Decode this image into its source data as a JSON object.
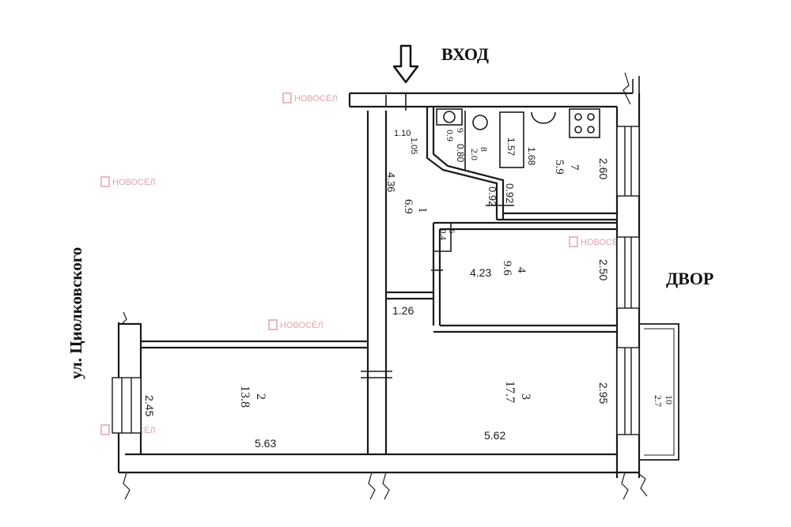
{
  "captions": {
    "entrance": "ВХОД",
    "yard": "ДВОР",
    "street": "ул. Циолковского"
  },
  "watermark": {
    "brand": "НОВОСЁЛ"
  },
  "rooms": {
    "r1": {
      "number": "1",
      "area": "6.9",
      "dim_a": "4.36",
      "dim_b": "1.10",
      "dim_c": "1.05"
    },
    "r2": {
      "number": "2",
      "area": "13.8",
      "width": "2.45",
      "length": "5.63"
    },
    "r3": {
      "number": "3",
      "area": "17.7",
      "width": "2.95",
      "length": "5.62"
    },
    "r4": {
      "number": "4",
      "area": "9.6",
      "length": "4.23",
      "width": "2.50",
      "extra": "1.26"
    },
    "r6": {
      "number": "6",
      "area": "0.4"
    },
    "r7": {
      "number": "7",
      "area": "5.9",
      "width": "2.60"
    },
    "r8": {
      "number": "8",
      "area": "2.0",
      "dim_a": "1.57",
      "dim_b": "1.68"
    },
    "r9": {
      "number": "9",
      "area": "0.9",
      "dim_a": "0.80"
    },
    "corridor": {
      "dim_a": "0.92",
      "dim_b": "0.92"
    },
    "r10": {
      "number": "10",
      "area": "2.7"
    }
  },
  "colors": {
    "ink": "#1a1a1a",
    "watermark": "#e2a3ad"
  }
}
